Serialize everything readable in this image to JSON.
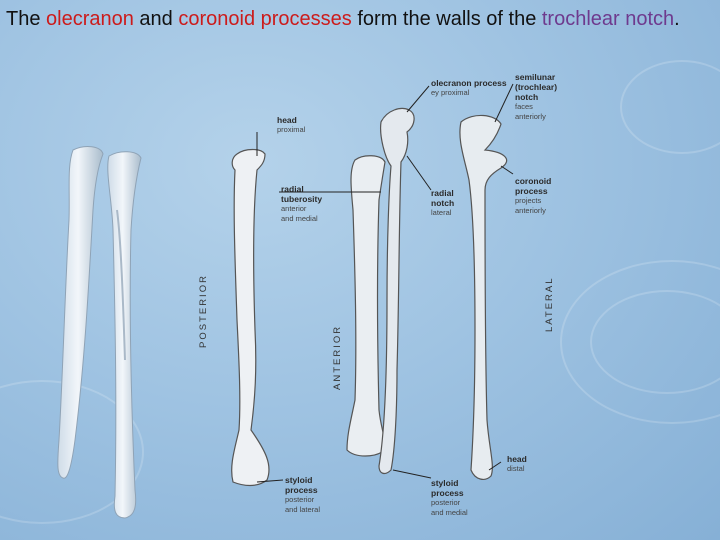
{
  "title": {
    "part1": "The ",
    "olecranon": "olecranon",
    "part2": " and ",
    "coronoid": "coronoid processes",
    "part3": " form the walls of the ",
    "trochlear": "trochlear notch",
    "part4": "."
  },
  "colors": {
    "highlight_red": "#cc1b1b",
    "highlight_purple": "#6e3a8e"
  },
  "labels": {
    "head_radius": {
      "main": "head",
      "sub": "proximal"
    },
    "radial_tuberosity": {
      "main1": "radial",
      "main2": "tuberosity",
      "sub1": "anterior",
      "sub2": "and medial"
    },
    "olecranon_process": {
      "main": "olecranon process",
      "sub": "ey proximal"
    },
    "semilunar": {
      "main1": "semilunar",
      "main2": "(trochlear)",
      "main3": "notch",
      "sub1": "faces",
      "sub2": "anteriorly"
    },
    "radial_notch": {
      "main1": "radial",
      "main2": "notch",
      "sub": "lateral"
    },
    "coronoid_process": {
      "main1": "coronoid",
      "main2": "process",
      "sub1": "projects",
      "sub2": "anteriorly"
    },
    "head_ulna": {
      "main": "head",
      "sub": "distal"
    },
    "styloid_radius": {
      "main1": "styloid",
      "main2": "process",
      "sub1": "posterior",
      "sub2": "and lateral"
    },
    "styloid_ulna": {
      "main1": "styloid",
      "main2": "process",
      "sub1": "posterior",
      "sub2": "and medial"
    }
  },
  "orientation": {
    "posterior": "POSTERIOR",
    "anterior": "ANTERIOR",
    "lateral": "LATERAL"
  }
}
